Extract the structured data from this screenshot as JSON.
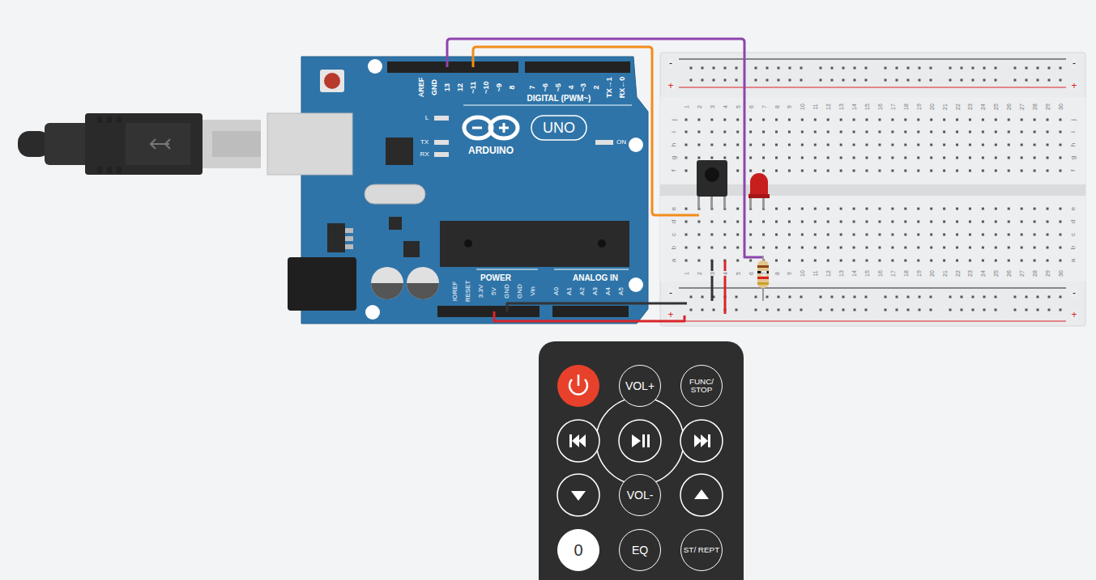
{
  "diagram": {
    "nodes": [
      {
        "text": [
          "VOL+"
        ]
      },
      {
        "text": [
          "FUNC/ STOP"
        ]
      },
      {
        "text": [
          "VOL-"
        ]
      },
      {
        "text": [
          "0"
        ]
      },
      {
        "text": [
          "EQ"
        ]
      },
      {
        "text": [
          "ST/ REPT"
        ]
      }
    ],
    "labels": [
      "AREF",
      "GND",
      "13",
      "12",
      "~11",
      "~10",
      "~9",
      "8",
      "7",
      "~6",
      "~5",
      "4",
      "~3",
      "2",
      "TX→1",
      "RX←0",
      "DIGITAL (PWM~)",
      "L",
      "TX",
      "RX",
      "ARDUINO",
      "UNO",
      "ON",
      "IOREF",
      "RESET",
      "3.3V",
      "5V",
      "GND",
      "GND",
      "Vin",
      "POWER",
      "ANALOG IN",
      "A0",
      "A1",
      "A2",
      "A3",
      "A4",
      "A5",
      "-",
      "-",
      "+",
      "+",
      "1",
      "2",
      "3",
      "4",
      "5",
      "6",
      "7",
      "8",
      "9",
      "10",
      "11",
      "12",
      "13",
      "14",
      "15",
      "16",
      "17",
      "18",
      "19",
      "20",
      "21",
      "22",
      "23",
      "24",
      "25",
      "26",
      "27",
      "28",
      "29",
      "30",
      "j",
      "i",
      "h",
      "g",
      "f",
      "j",
      "i",
      "h",
      "g",
      "f",
      "e",
      "d",
      "c",
      "b",
      "a",
      "e",
      "d",
      "c",
      "b",
      "a",
      "1",
      "2",
      "3",
      "4",
      "5",
      "6",
      "7",
      "8",
      "9",
      "10",
      "11",
      "12",
      "13",
      "14",
      "15",
      "16",
      "17",
      "18",
      "19",
      "20",
      "21",
      "22",
      "23",
      "24",
      "25",
      "26",
      "27",
      "28",
      "29",
      "30",
      "-",
      "-",
      "+",
      "+"
    ]
  }
}
